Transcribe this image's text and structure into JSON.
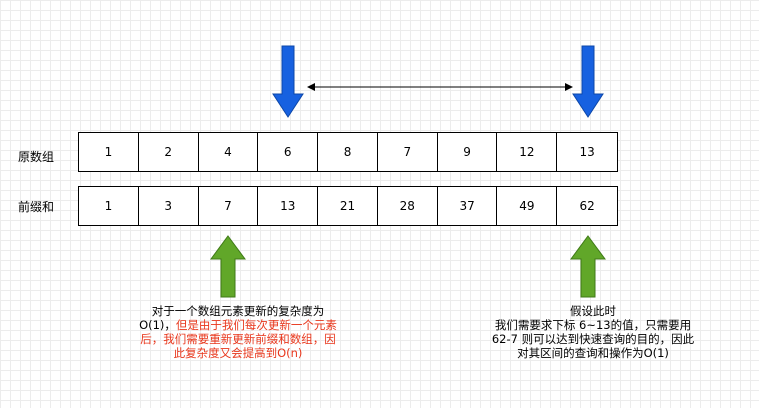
{
  "rows": [
    {
      "label": "原数组",
      "values": [
        "1",
        "2",
        "4",
        "6",
        "8",
        "7",
        "9",
        "12",
        "13"
      ]
    },
    {
      "label": "前缀和",
      "values": [
        "1",
        "3",
        "7",
        "13",
        "21",
        "28",
        "37",
        "49",
        "62"
      ]
    }
  ],
  "notes": {
    "left": {
      "line1": "对于一个数组元素更新的复杂度为",
      "line2_black": "O(1)，",
      "line2_red": "但是由于我们每次更新一个元素",
      "line3_red": "后，我们需要重新更新前缀和数组，因",
      "line4_red": "此复杂度又会提高到O(n)"
    },
    "right": {
      "line1": "假设此时",
      "line2": "我们需要求下标 6~13的值，只需要用",
      "line3": "62-7 则可以达到快速查询的目的，因此",
      "line4": "对其区间的查询和操作为O(1)"
    }
  },
  "colors": {
    "blue_arrow": "#1761e0",
    "green_arrow": "#61a729",
    "red_text": "#e8361b"
  }
}
